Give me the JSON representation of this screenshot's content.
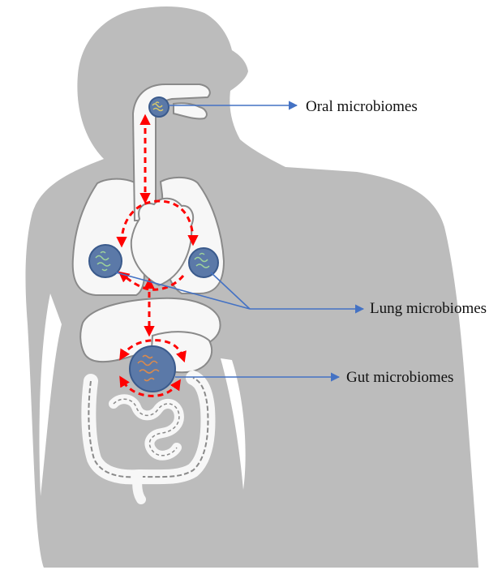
{
  "labels": {
    "oral": "Oral microbiomes",
    "lung": "Lung microbiomes",
    "gut": "Gut microbiomes"
  },
  "colors": {
    "body_silhouette": "#bcbcbc",
    "organ_fill": "#f7f7f7",
    "organ_outline": "#8a8a8a",
    "microbiome_fill": "#5b79a8",
    "microbiome_stroke": "#3a5a8c",
    "pointer_line": "#4472c4",
    "axis_arrows": "#ff0000",
    "oral_bacteria": "#d9c96a",
    "lung_bacteria": "#9fd39a",
    "gut_bacteria": "#d98a4e"
  }
}
